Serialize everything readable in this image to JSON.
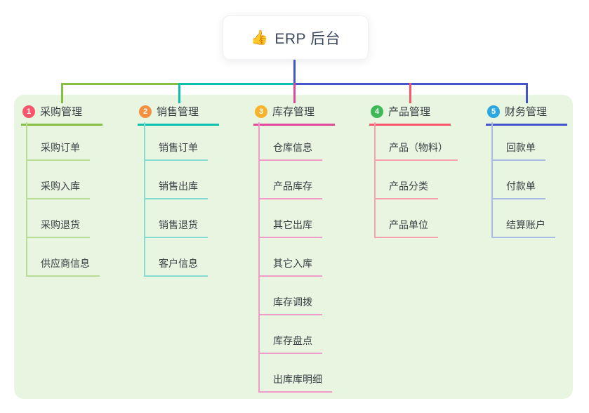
{
  "root": {
    "icon": "👍",
    "label": "ERP 后台",
    "trunk_color": "#4355c8"
  },
  "branches": [
    {
      "index": "1",
      "label": "采购管理",
      "color": "#84c043",
      "light_color": "#b9dd95",
      "badge_color": "#f8566b",
      "children": [
        "采购订单",
        "采购入库",
        "采购退货",
        "供应商信息"
      ]
    },
    {
      "index": "2",
      "label": "销售管理",
      "color": "#0cbfae",
      "light_color": "#86dcd2",
      "badge_color": "#f68f40",
      "children": [
        "销售订单",
        "销售出库",
        "销售退货",
        "客户信息"
      ]
    },
    {
      "index": "3",
      "label": "库存管理",
      "color": "#e0489c",
      "light_color": "#ef9cc8",
      "badge_color": "#f7b32b",
      "children": [
        "仓库信息",
        "产品库存",
        "其它出库",
        "其它入库",
        "库存调拨",
        "库存盘点",
        "出库库明细"
      ]
    },
    {
      "index": "4",
      "label": "产品管理",
      "color": "#f8566b",
      "light_color": "#f9a2ae",
      "badge_color": "#3dba57",
      "children": [
        "产品（物料）",
        "产品分类",
        "产品单位"
      ]
    },
    {
      "index": "5",
      "label": "财务管理",
      "color": "#4355c8",
      "light_color": "#a9bce4",
      "badge_color": "#2ba6df",
      "children": [
        "回款单",
        "付款单",
        "结算账户"
      ]
    }
  ],
  "panel_color": "#e8f6e1"
}
